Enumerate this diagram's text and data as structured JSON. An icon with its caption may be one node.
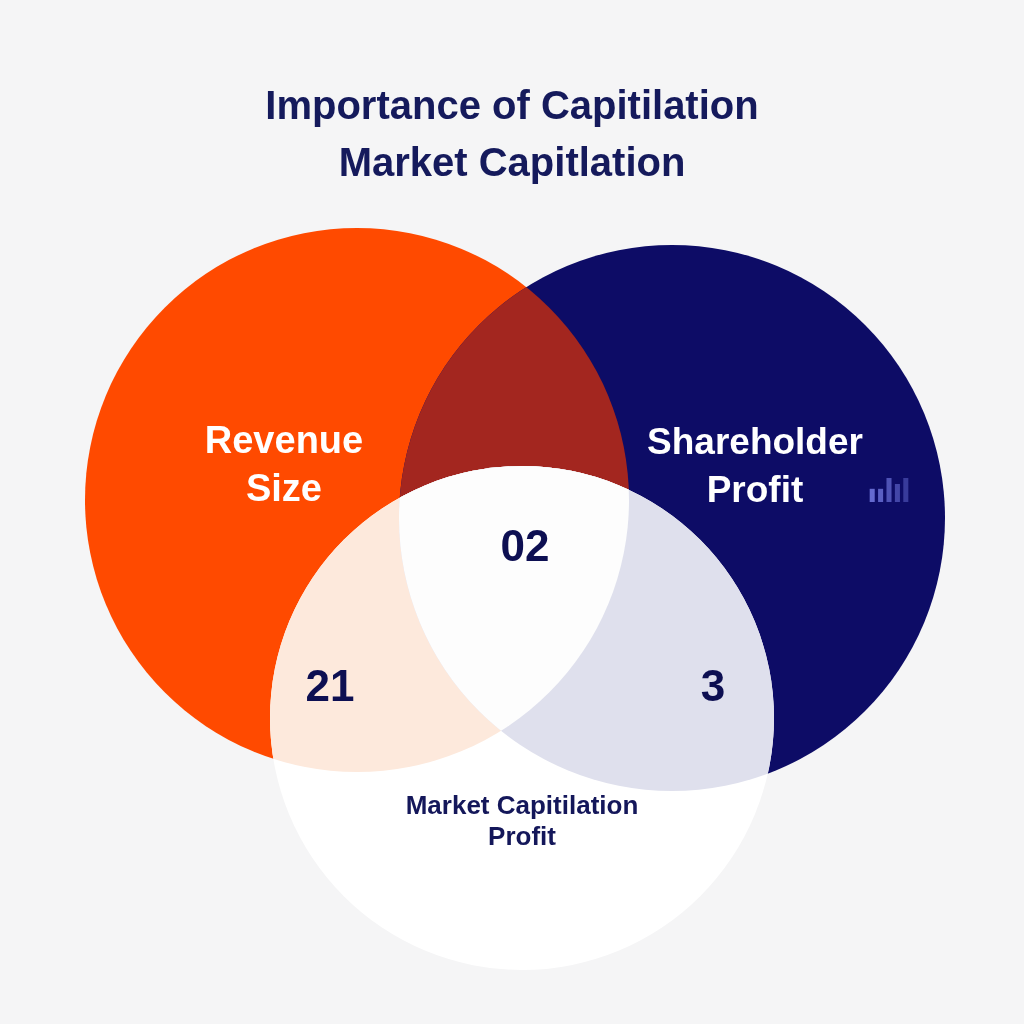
{
  "diagram": {
    "title": "Importance of Capitilation Market Capitlation",
    "nodes": [
      {
        "text": [
          "Revenue Size"
        ]
      },
      {
        "text": [
          "Shareholder Profit"
        ]
      },
      {
        "text": [
          "Market Capitilation Profit"
        ]
      }
    ],
    "labels": [
      "02",
      "21",
      "3"
    ]
  }
}
